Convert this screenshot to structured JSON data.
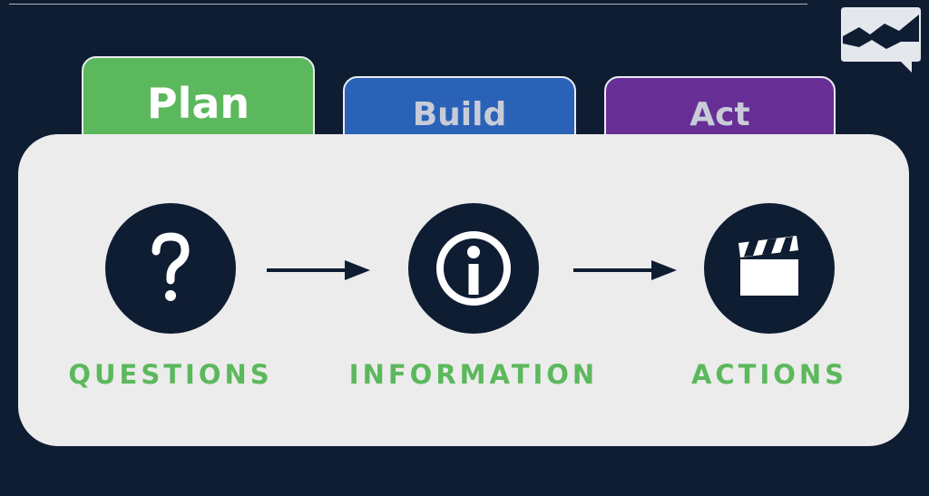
{
  "tabs": [
    {
      "label": "Plan",
      "color": "#5cb85c"
    },
    {
      "label": "Build",
      "color": "#2a62b8"
    },
    {
      "label": "Act",
      "color": "#672f95"
    }
  ],
  "steps": [
    {
      "label": "QUESTIONS",
      "icon": "question-mark-icon"
    },
    {
      "label": "INFORMATION",
      "icon": "info-icon"
    },
    {
      "label": "ACTIONS",
      "icon": "clapperboard-icon"
    }
  ],
  "colors": {
    "background": "#0f1d33",
    "panel": "#ececec",
    "label_green": "#5cb85c"
  },
  "logo": {
    "icon": "chart-speech-bubble-logo"
  }
}
